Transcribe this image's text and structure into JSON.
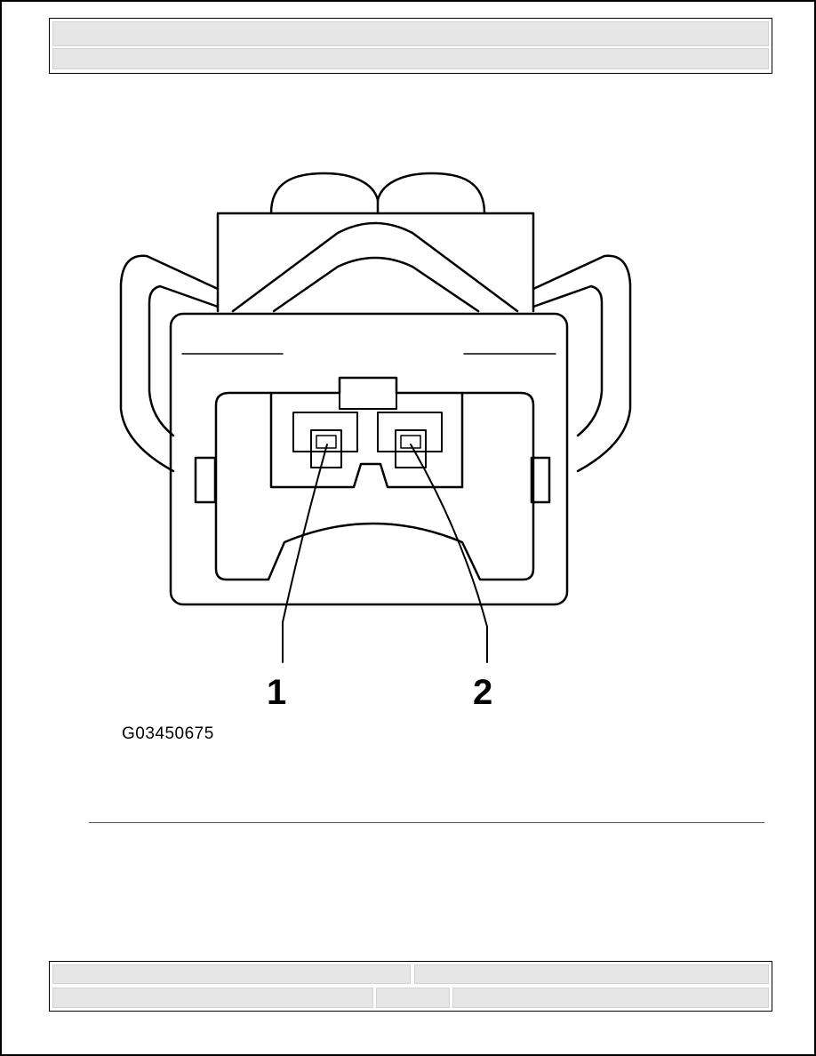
{
  "figure": {
    "id": "G03450675",
    "callouts": [
      "1",
      "2"
    ]
  }
}
